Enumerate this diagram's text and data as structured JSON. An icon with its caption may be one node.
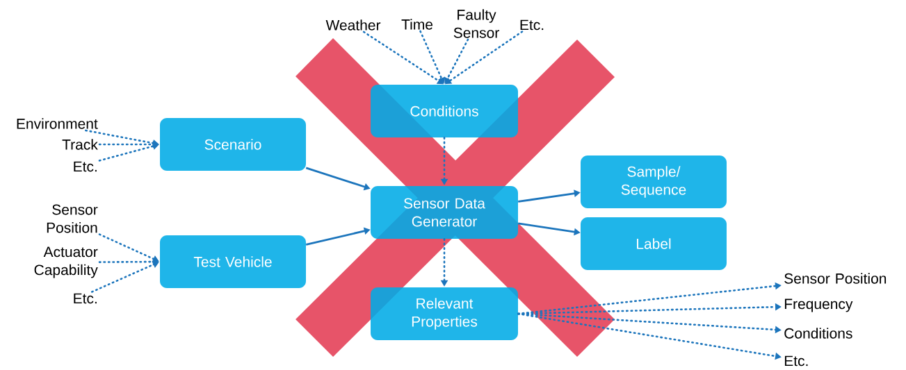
{
  "diagram": {
    "nodes": [
      {
        "text": [
          "Weather"
        ]
      },
      {
        "text": [
          "Time"
        ]
      },
      {
        "text": [
          "Faulty Sensor"
        ]
      },
      {
        "text": [
          "Etc."
        ]
      },
      {
        "text": [
          "Conditions"
        ]
      },
      {
        "text": [
          "Environment"
        ]
      },
      {
        "text": [
          "Track"
        ]
      },
      {
        "text": [
          "Etc."
        ]
      },
      {
        "text": [
          "Scenario"
        ]
      },
      {
        "text": [
          "Sensor Position"
        ]
      },
      {
        "text": [
          "Actuator Capability"
        ]
      },
      {
        "text": [
          "Etc."
        ]
      },
      {
        "text": [
          "Test Vehicle"
        ]
      },
      {
        "text": [
          "Sensor Data Generator"
        ]
      },
      {
        "text": [
          "Sample/ Sequence"
        ]
      },
      {
        "text": [
          "Label"
        ]
      },
      {
        "text": [
          "Relevant Properties"
        ]
      },
      {
        "text": [
          "Sensor Position"
        ]
      },
      {
        "text": [
          "Frequency"
        ]
      },
      {
        "text": [
          "Conditions"
        ]
      },
      {
        "text": [
          "Etc."
        ]
      }
    ],
    "edges": [
      {
        "from": 0,
        "to": 4,
        "arrow": "to",
        "style": "dashed"
      },
      {
        "from": 1,
        "to": 4,
        "arrow": "to",
        "style": "dashed"
      },
      {
        "from": 2,
        "to": 4,
        "arrow": "to",
        "style": "dashed"
      },
      {
        "from": 3,
        "to": 4,
        "arrow": "to",
        "style": "dashed"
      },
      {
        "from": 5,
        "to": 8,
        "arrow": "to",
        "style": "dashed"
      },
      {
        "from": 6,
        "to": 8,
        "arrow": "to",
        "style": "dashed"
      },
      {
        "from": 7,
        "to": 8,
        "arrow": "to",
        "style": "dashed"
      },
      {
        "from": 9,
        "to": 12,
        "arrow": "to",
        "style": "dashed"
      },
      {
        "from": 10,
        "to": 12,
        "arrow": "to",
        "style": "dashed"
      },
      {
        "from": 11,
        "to": 12,
        "arrow": "to",
        "style": "dashed"
      },
      {
        "from": 4,
        "to": 13,
        "arrow": "to",
        "style": "dashed"
      },
      {
        "from": 8,
        "to": 13,
        "arrow": "to"
      },
      {
        "from": 12,
        "to": 13,
        "arrow": "to"
      },
      {
        "from": 13,
        "to": 14,
        "arrow": "to"
      },
      {
        "from": 13,
        "to": 15,
        "arrow": "to"
      },
      {
        "from": 13,
        "to": 16,
        "arrow": "to",
        "style": "dashed"
      },
      {
        "from": 16,
        "to": 17,
        "arrow": "to",
        "style": "dashed"
      },
      {
        "from": 16,
        "to": 18,
        "arrow": "to",
        "style": "dashed"
      },
      {
        "from": 16,
        "to": 19,
        "arrow": "to",
        "style": "dashed"
      },
      {
        "from": 16,
        "to": 20,
        "arrow": "to",
        "style": "dashed"
      }
    ]
  }
}
